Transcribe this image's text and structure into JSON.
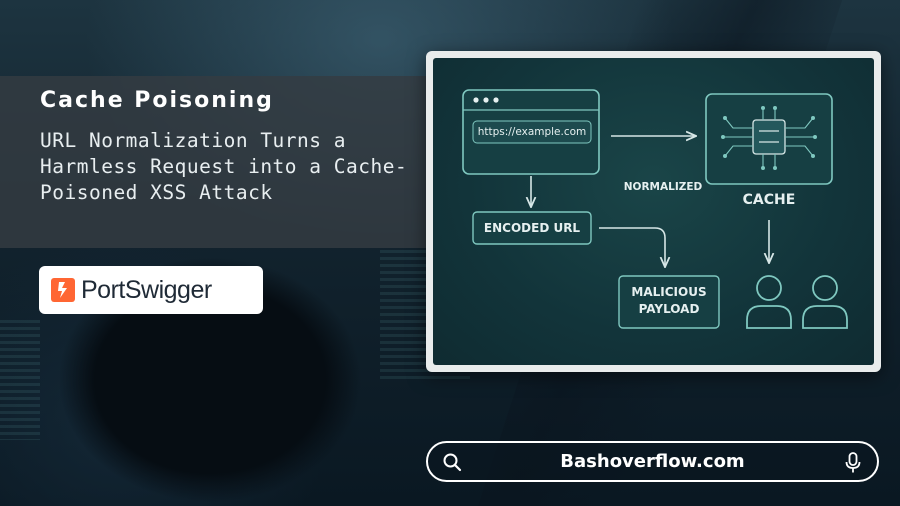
{
  "header": {
    "title": "Cache Poisoning",
    "subtitle": "URL Normalization Turns a Harmless Request into a Cache-Poisoned XSS Attack"
  },
  "brand": {
    "logo_text": "PortSwigger",
    "logo_color": "#ff6633"
  },
  "diagram": {
    "browser_url": "https://example.com",
    "normalized_label": "NORMALIZED",
    "cache_label": "CACHE",
    "encoded_url_label": "ENCODED URL",
    "malicious_payload_label": "MALICIOUS\nPAYLOAD",
    "icons": [
      "browser-window-icon",
      "server-chip-icon",
      "user-icon",
      "user-icon"
    ]
  },
  "search": {
    "text": "Bashoverflow.com",
    "left_icon": "search-icon",
    "right_icon": "microphone-icon"
  },
  "colors": {
    "accent_teal": "#7fc8c0",
    "panel_bg": "#12343a",
    "text": "#ffffff"
  }
}
